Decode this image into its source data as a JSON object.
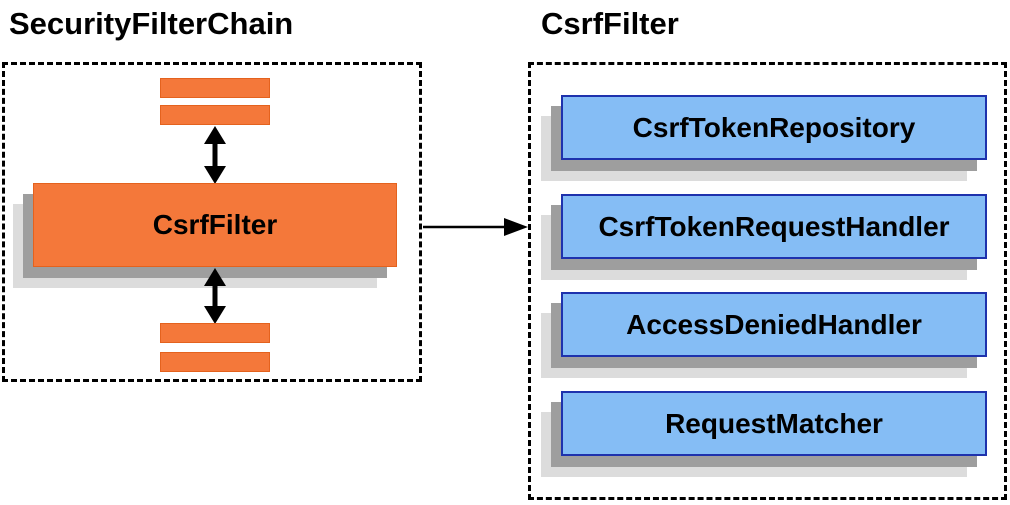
{
  "diagram": {
    "left_panel": {
      "title": "SecurityFilterChain",
      "main_box_label": "CsrfFilter"
    },
    "right_panel": {
      "title": "CsrfFilter",
      "components": [
        {
          "label": "CsrfTokenRepository"
        },
        {
          "label": "CsrfTokenRequestHandler"
        },
        {
          "label": "AccessDeniedHandler"
        },
        {
          "label": "RequestMatcher"
        }
      ]
    },
    "colors": {
      "filter_orange": "#f4783a",
      "filter_orange_border": "#e4621e",
      "component_blue": "#85bdf5",
      "component_blue_border": "#1e32ad",
      "shadow_dark": "#9e9e9e",
      "shadow_light": "#dcdcdc",
      "dashed_border": "#000000",
      "text": "#000000"
    }
  }
}
